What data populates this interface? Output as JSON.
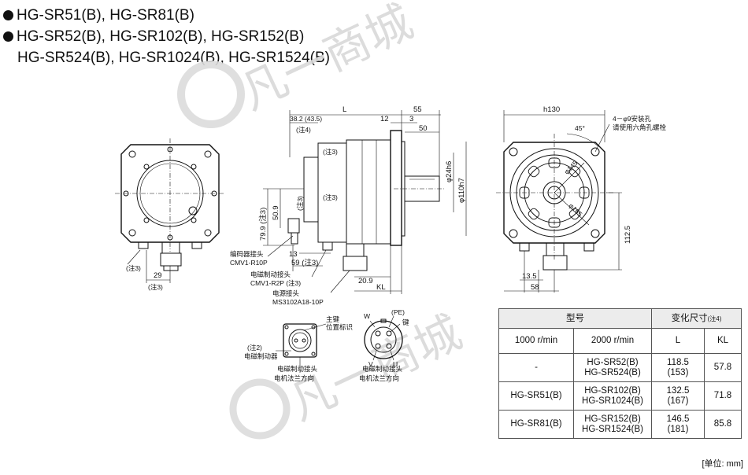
{
  "titles": [
    {
      "bullet": true,
      "text": "HG-SR51(B), HG-SR81(B)"
    },
    {
      "bullet": true,
      "text": "HG-SR52(B), HG-SR102(B), HG-SR152(B)"
    },
    {
      "bullet": false,
      "text": "HG-SR524(B), HG-SR1024(B), HG-SR1524(B)"
    }
  ],
  "side_view": {
    "dim_L": "L",
    "dim_55": "55",
    "dim_38": "38.2 (43.5)",
    "note4": "(注4)",
    "dim_12": "12",
    "dim_3": "3",
    "dim_50": "50",
    "note3": "(注3)",
    "note3b": "(注3)",
    "note3c": "(注3)",
    "dim_24h6": "φ24h6",
    "dim_110h7": "φ110h7",
    "dim_799": "79.9 (注3)",
    "dim_509": "50.9",
    "dim_13": "13",
    "dim_59": "59 (注3)",
    "dim_209": "20.9",
    "dim_KL": "KL",
    "encoder_conn": "编码器接头",
    "encoder_part": "CMV1-R10P",
    "brake_conn": "电磁制动接头",
    "brake_part": "CMV1-R2P (注3)",
    "power_conn": "电源接头",
    "power_part": "MS3102A18-10P"
  },
  "left_view": {
    "note3": "(注3)",
    "dim_29": "29",
    "note3b": "(注3)"
  },
  "front_view": {
    "dim_h130": "h130",
    "hole_note1": "4－φ9安装孔",
    "hole_note2": "请使用六角孔螺栓",
    "angle": "45°",
    "dim_145": "φ145",
    "dim_165": "φ165",
    "dim_1125": "112.5",
    "dim_135": "13.5",
    "dim_58": "58"
  },
  "connectors": {
    "main_key1": "主键",
    "main_key2": "位置标识",
    "note2": "(注2)",
    "brake_label": "电磁制动器",
    "brake_cap1": "电磁制动接头",
    "brake_cap2": "电机法兰方向",
    "pin_W": "W",
    "pin_PE": "(PE)",
    "key": "键",
    "pin_V": "V",
    "pin_U": "U",
    "power_cap1": "电磁制动接头",
    "power_cap2": "电机法兰方向"
  },
  "table": {
    "header_model": "型号",
    "header_dims": "变化尺寸",
    "header_dims_note": "(注4)",
    "col_1000": "1000 r/min",
    "col_2000": "2000 r/min",
    "col_L": "L",
    "col_KL": "KL",
    "rows": [
      {
        "m1000": "-",
        "m2000a": "HG-SR52(B)",
        "m2000b": "HG-SR524(B)",
        "La": "118.5",
        "Lb": "(153)",
        "KL": "57.8"
      },
      {
        "m1000": "HG-SR51(B)",
        "m2000a": "HG-SR102(B)",
        "m2000b": "HG-SR1024(B)",
        "La": "132.5",
        "Lb": "(167)",
        "KL": "71.8"
      },
      {
        "m1000": "HG-SR81(B)",
        "m2000a": "HG-SR152(B)",
        "m2000b": "HG-SR1524(B)",
        "La": "146.5",
        "Lb": "(181)",
        "KL": "85.8"
      }
    ]
  },
  "unit": "[单位: mm]",
  "watermark": {
    "text": "凡一商城",
    "color": "#d9d9d9"
  }
}
